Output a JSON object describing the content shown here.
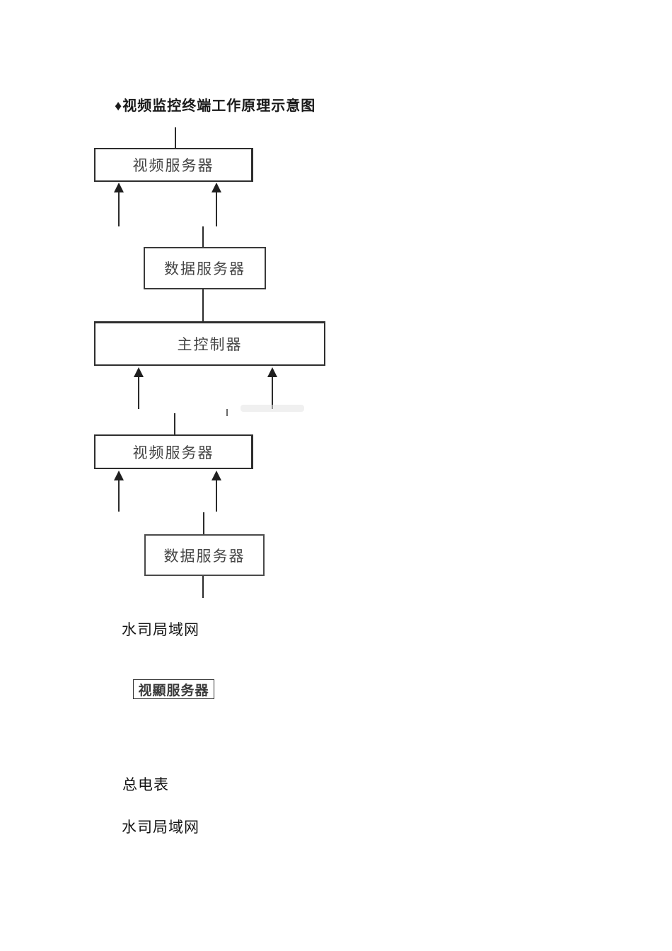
{
  "title": {
    "text": "♦视频监控终端工作原理示意图"
  },
  "diagram": {
    "boxes": [
      {
        "id": "video-server-top",
        "label": "视频服务器"
      },
      {
        "id": "data-server-top",
        "label": "数据服务器"
      },
      {
        "id": "main-controller",
        "label": "主控制器"
      },
      {
        "id": "video-server-bottom",
        "label": "视频服务器"
      },
      {
        "id": "data-server-bottom",
        "label": "数据服务器"
      }
    ],
    "colors": {
      "line": "#2b2b2b",
      "box_border": "#2e2e2e",
      "box_text": "#454545",
      "arrow": "#1f1f1f"
    }
  },
  "texts": {
    "lan_1": "水司局域网",
    "video_server_small": "视顯服务器",
    "meter": "总电表",
    "lan_2": "水司局域网"
  }
}
